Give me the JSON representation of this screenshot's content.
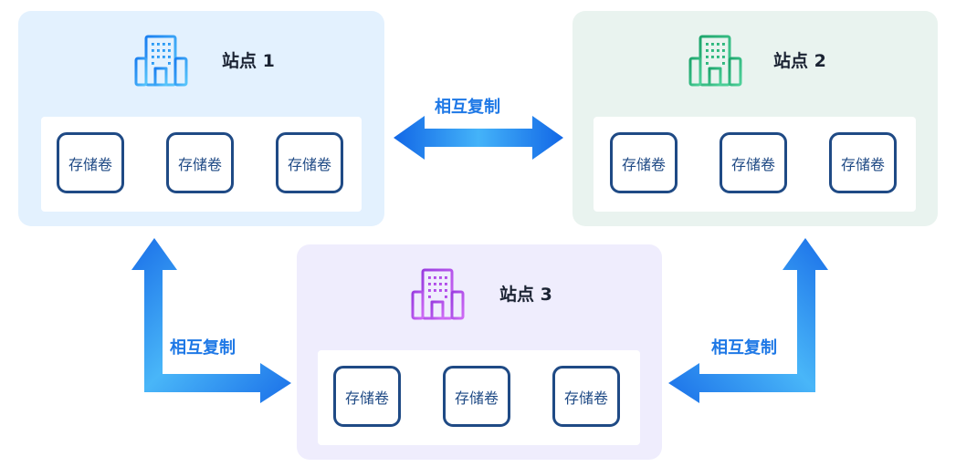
{
  "sites": [
    {
      "title": "站点 1",
      "icon": "building-icon",
      "accent": "#2b8cf5",
      "volumes": [
        "存储卷",
        "存储卷",
        "存储卷"
      ]
    },
    {
      "title": "站点 2",
      "icon": "building-icon",
      "accent": "#25b57c",
      "volumes": [
        "存储卷",
        "存储卷",
        "存储卷"
      ]
    },
    {
      "title": "站点 3",
      "icon": "building-icon",
      "accent": "#b04ce6",
      "volumes": [
        "存储卷",
        "存储卷",
        "存储卷"
      ]
    }
  ],
  "replication": {
    "top": "相互复制",
    "left": "相互复制",
    "right": "相互复制"
  },
  "colors": {
    "arrow_dark": "#1267e6",
    "arrow_light": "#44b3f9",
    "volume_border": "#1f4a85"
  }
}
